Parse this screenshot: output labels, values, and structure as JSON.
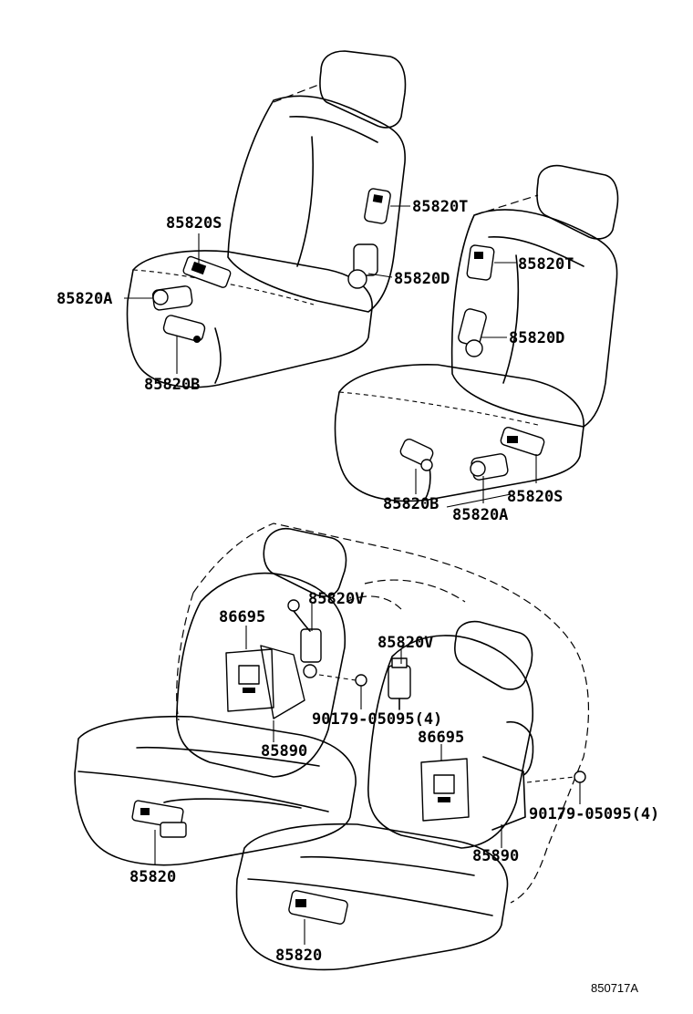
{
  "labels": {
    "front_left": {
      "p85820t": "85820T",
      "p85820s": "85820S",
      "p85820d": "85820D",
      "p85820a": "85820A",
      "p85820b": "85820B"
    },
    "front_right": {
      "p85820t": "85820T",
      "p85820d": "85820D",
      "p85820b": "85820B",
      "p85820s": "85820S",
      "p85820a": "85820A"
    },
    "rear": {
      "p85820v_left": "85820V",
      "p85820v_mid": "85820V",
      "p86695_left": "86695",
      "p86695_right": "86695",
      "p90179_left": "90179-05095(4)",
      "p90179_right": "90179-05095(4)",
      "p85890_left": "85890",
      "p85890_right": "85890",
      "p85820_left": "85820",
      "p85820_bottom": "85820"
    }
  },
  "diagram_code": "850717A"
}
